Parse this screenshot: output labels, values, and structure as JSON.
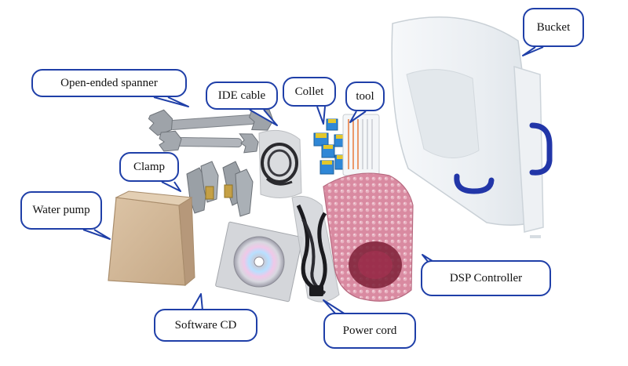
{
  "labels": {
    "bucket": "Bucket",
    "spanner": "Open-ended spanner",
    "ide_cable": "IDE cable",
    "collet": "Collet",
    "tool": "tool",
    "clamp": "Clamp",
    "water_pump": "Water pump",
    "dsp_controller": "DSP Controller",
    "software_cd": "Software CD",
    "power_cord": "Power cord"
  },
  "colors": {
    "callout_border": "#1f3fa8",
    "background": "#ffffff",
    "bucket_handle": "#2236a8",
    "bubble_wrap": "#d9869c",
    "cardboard": "#cfb597",
    "tool_metal": "#a9adb3",
    "collet_blue": "#2f87d6",
    "collet_yellow": "#e3c72b"
  },
  "icons": [
    "callout-tail",
    "wrench-icon",
    "cd-disc-icon"
  ]
}
